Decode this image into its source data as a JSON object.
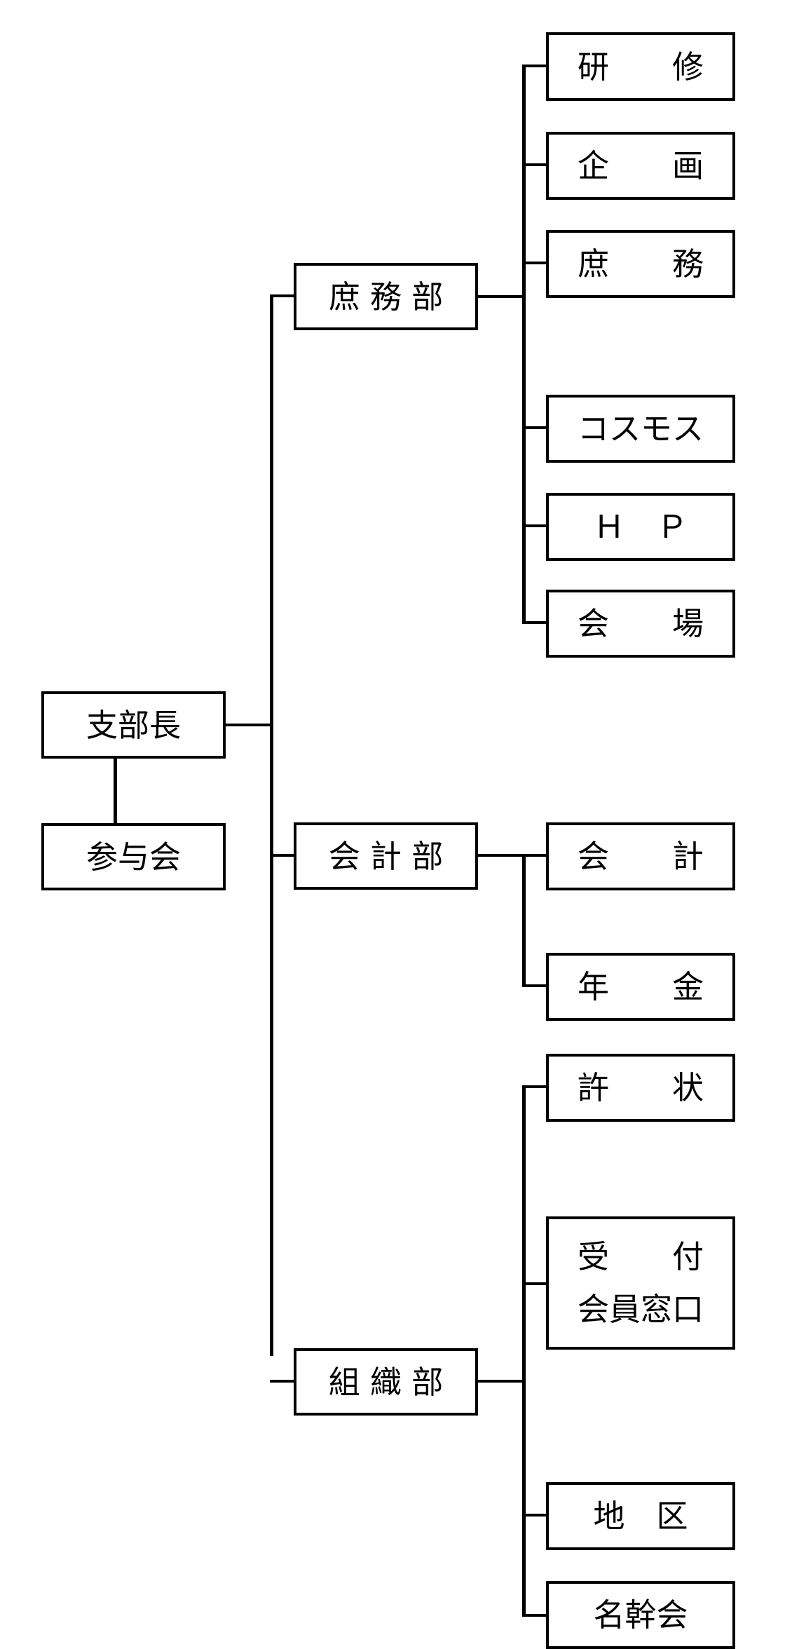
{
  "org_chart": {
    "root": {
      "label": "支部長",
      "advisory": "参与会"
    },
    "departments": [
      {
        "key": "general_affairs",
        "label": "庶 務 部",
        "sections": [
          {
            "label": "研　　修"
          },
          {
            "label": "企　　画"
          },
          {
            "label": "庶　　務"
          },
          {
            "label": "コスモス"
          },
          {
            "label": "Ｈ　Ｐ"
          },
          {
            "label": "会　　場"
          }
        ]
      },
      {
        "key": "accounting",
        "label": "会 計 部",
        "sections": [
          {
            "label": "会　　計"
          },
          {
            "label": "年　　金"
          }
        ]
      },
      {
        "key": "organization",
        "label": "組 織 部",
        "sections": [
          {
            "label": "許　　状"
          },
          {
            "label": "受　　付",
            "label2": "会員窓口"
          },
          {
            "label": "地　区"
          },
          {
            "label": "名幹会"
          }
        ]
      }
    ]
  }
}
